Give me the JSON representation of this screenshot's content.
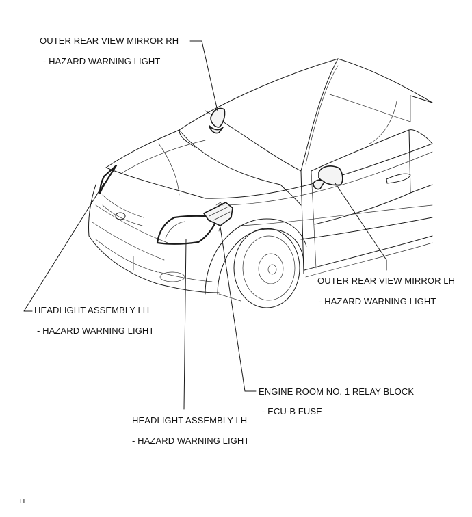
{
  "callouts": {
    "mirror_rh": {
      "title": "OUTER REAR VIEW MIRROR RH",
      "detail": "- HAZARD WARNING LIGHT"
    },
    "mirror_lh": {
      "title": "OUTER REAR VIEW MIRROR LH",
      "detail": "- HAZARD WARNING LIGHT"
    },
    "headlight_left": {
      "title": "HEADLIGHT ASSEMBLY LH",
      "detail": "- HAZARD WARNING LIGHT"
    },
    "headlight_bottom": {
      "title": "HEADLIGHT ASSEMBLY LH",
      "detail": "- HAZARD WARNING LIGHT"
    },
    "relay_block": {
      "title": "ENGINE ROOM NO. 1 RELAY BLOCK",
      "detail": "- ECU-B FUSE"
    }
  },
  "corner_code": "H"
}
